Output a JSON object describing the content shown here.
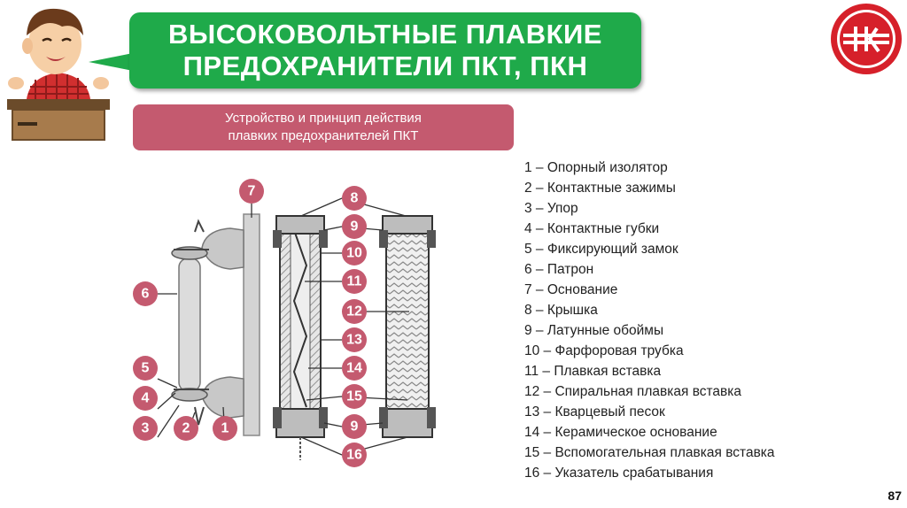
{
  "title": {
    "line1": "ВЫСОКОВОЛЬТНЫЕ ПЛАВКИЕ",
    "line2": "ПРЕДОХРАНИТЕЛИ ПКТ, ПКН"
  },
  "subtitle": {
    "line1": "Устройство и принцип действия",
    "line2": "плавких предохранителей ПКТ"
  },
  "legend": [
    "1 – Опорный изолятор",
    "2 – Контактные зажимы",
    "3 – Упор",
    "4 – Контактные губки",
    "5 – Фиксирующий замок",
    "6 – Патрон",
    "7 – Основание",
    "8 – Крышка",
    "9 – Латунные обоймы",
    "10 – Фарфоровая трубка",
    "11 – Плавкая вставка",
    "12 – Спиральная плавкая вставка",
    "13 – Кварцевый песок",
    "14 – Керамическое основание",
    "15 – Вспомогательная плавкая вставка",
    "16 – Указатель срабатывания"
  ],
  "badges": [
    "7",
    "6",
    "5",
    "4",
    "3",
    "2",
    "1",
    "8",
    "9",
    "10",
    "11",
    "12",
    "13",
    "14",
    "15",
    "9",
    "16"
  ],
  "page_number": "87",
  "colors": {
    "title_bg": "#1faa4a",
    "badge": "#c45a6f",
    "logo": "#d6202a"
  },
  "icons": {
    "logo": "ptk-logo-icon",
    "mascot": "cartoon-boy-icon"
  }
}
